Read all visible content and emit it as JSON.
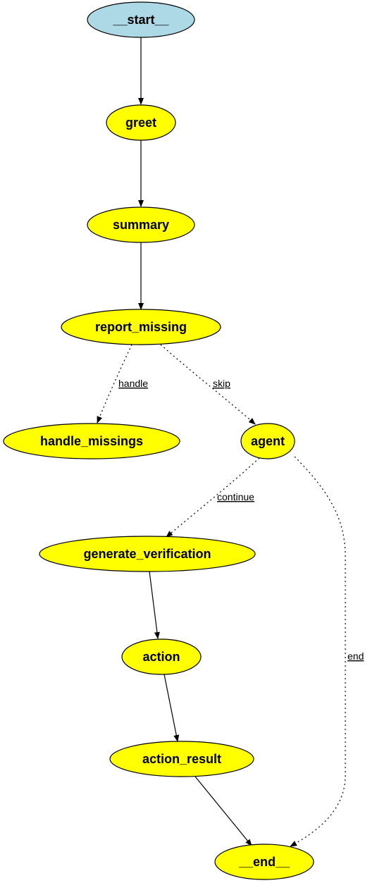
{
  "graph": {
    "colors": {
      "start_fill": "#add8e6",
      "node_fill": "#ffff00",
      "stroke": "#000000",
      "background": "#ffffff"
    },
    "nodes": {
      "start": "__start__",
      "greet": "greet",
      "summary": "summary",
      "report_missing": "report_missing",
      "handle_missings": "handle_missings",
      "agent": "agent",
      "generate_verification": "generate_verification",
      "action": "action",
      "action_result": "action_result",
      "end": "__end__"
    },
    "edges": [
      {
        "from": "__start__",
        "to": "greet",
        "style": "solid",
        "label": ""
      },
      {
        "from": "greet",
        "to": "summary",
        "style": "solid",
        "label": ""
      },
      {
        "from": "summary",
        "to": "report_missing",
        "style": "solid",
        "label": ""
      },
      {
        "from": "report_missing",
        "to": "handle_missings",
        "style": "dotted",
        "label": "handle"
      },
      {
        "from": "report_missing",
        "to": "agent",
        "style": "dotted",
        "label": "skip"
      },
      {
        "from": "agent",
        "to": "generate_verification",
        "style": "dotted",
        "label": "continue"
      },
      {
        "from": "agent",
        "to": "__end__",
        "style": "dotted",
        "label": "end"
      },
      {
        "from": "generate_verification",
        "to": "action",
        "style": "solid",
        "label": ""
      },
      {
        "from": "action",
        "to": "action_result",
        "style": "solid",
        "label": ""
      },
      {
        "from": "action_result",
        "to": "__end__",
        "style": "solid",
        "label": ""
      }
    ],
    "edge_labels": {
      "handle": "handle",
      "skip": "skip",
      "continue": "continue",
      "end": "end"
    }
  }
}
